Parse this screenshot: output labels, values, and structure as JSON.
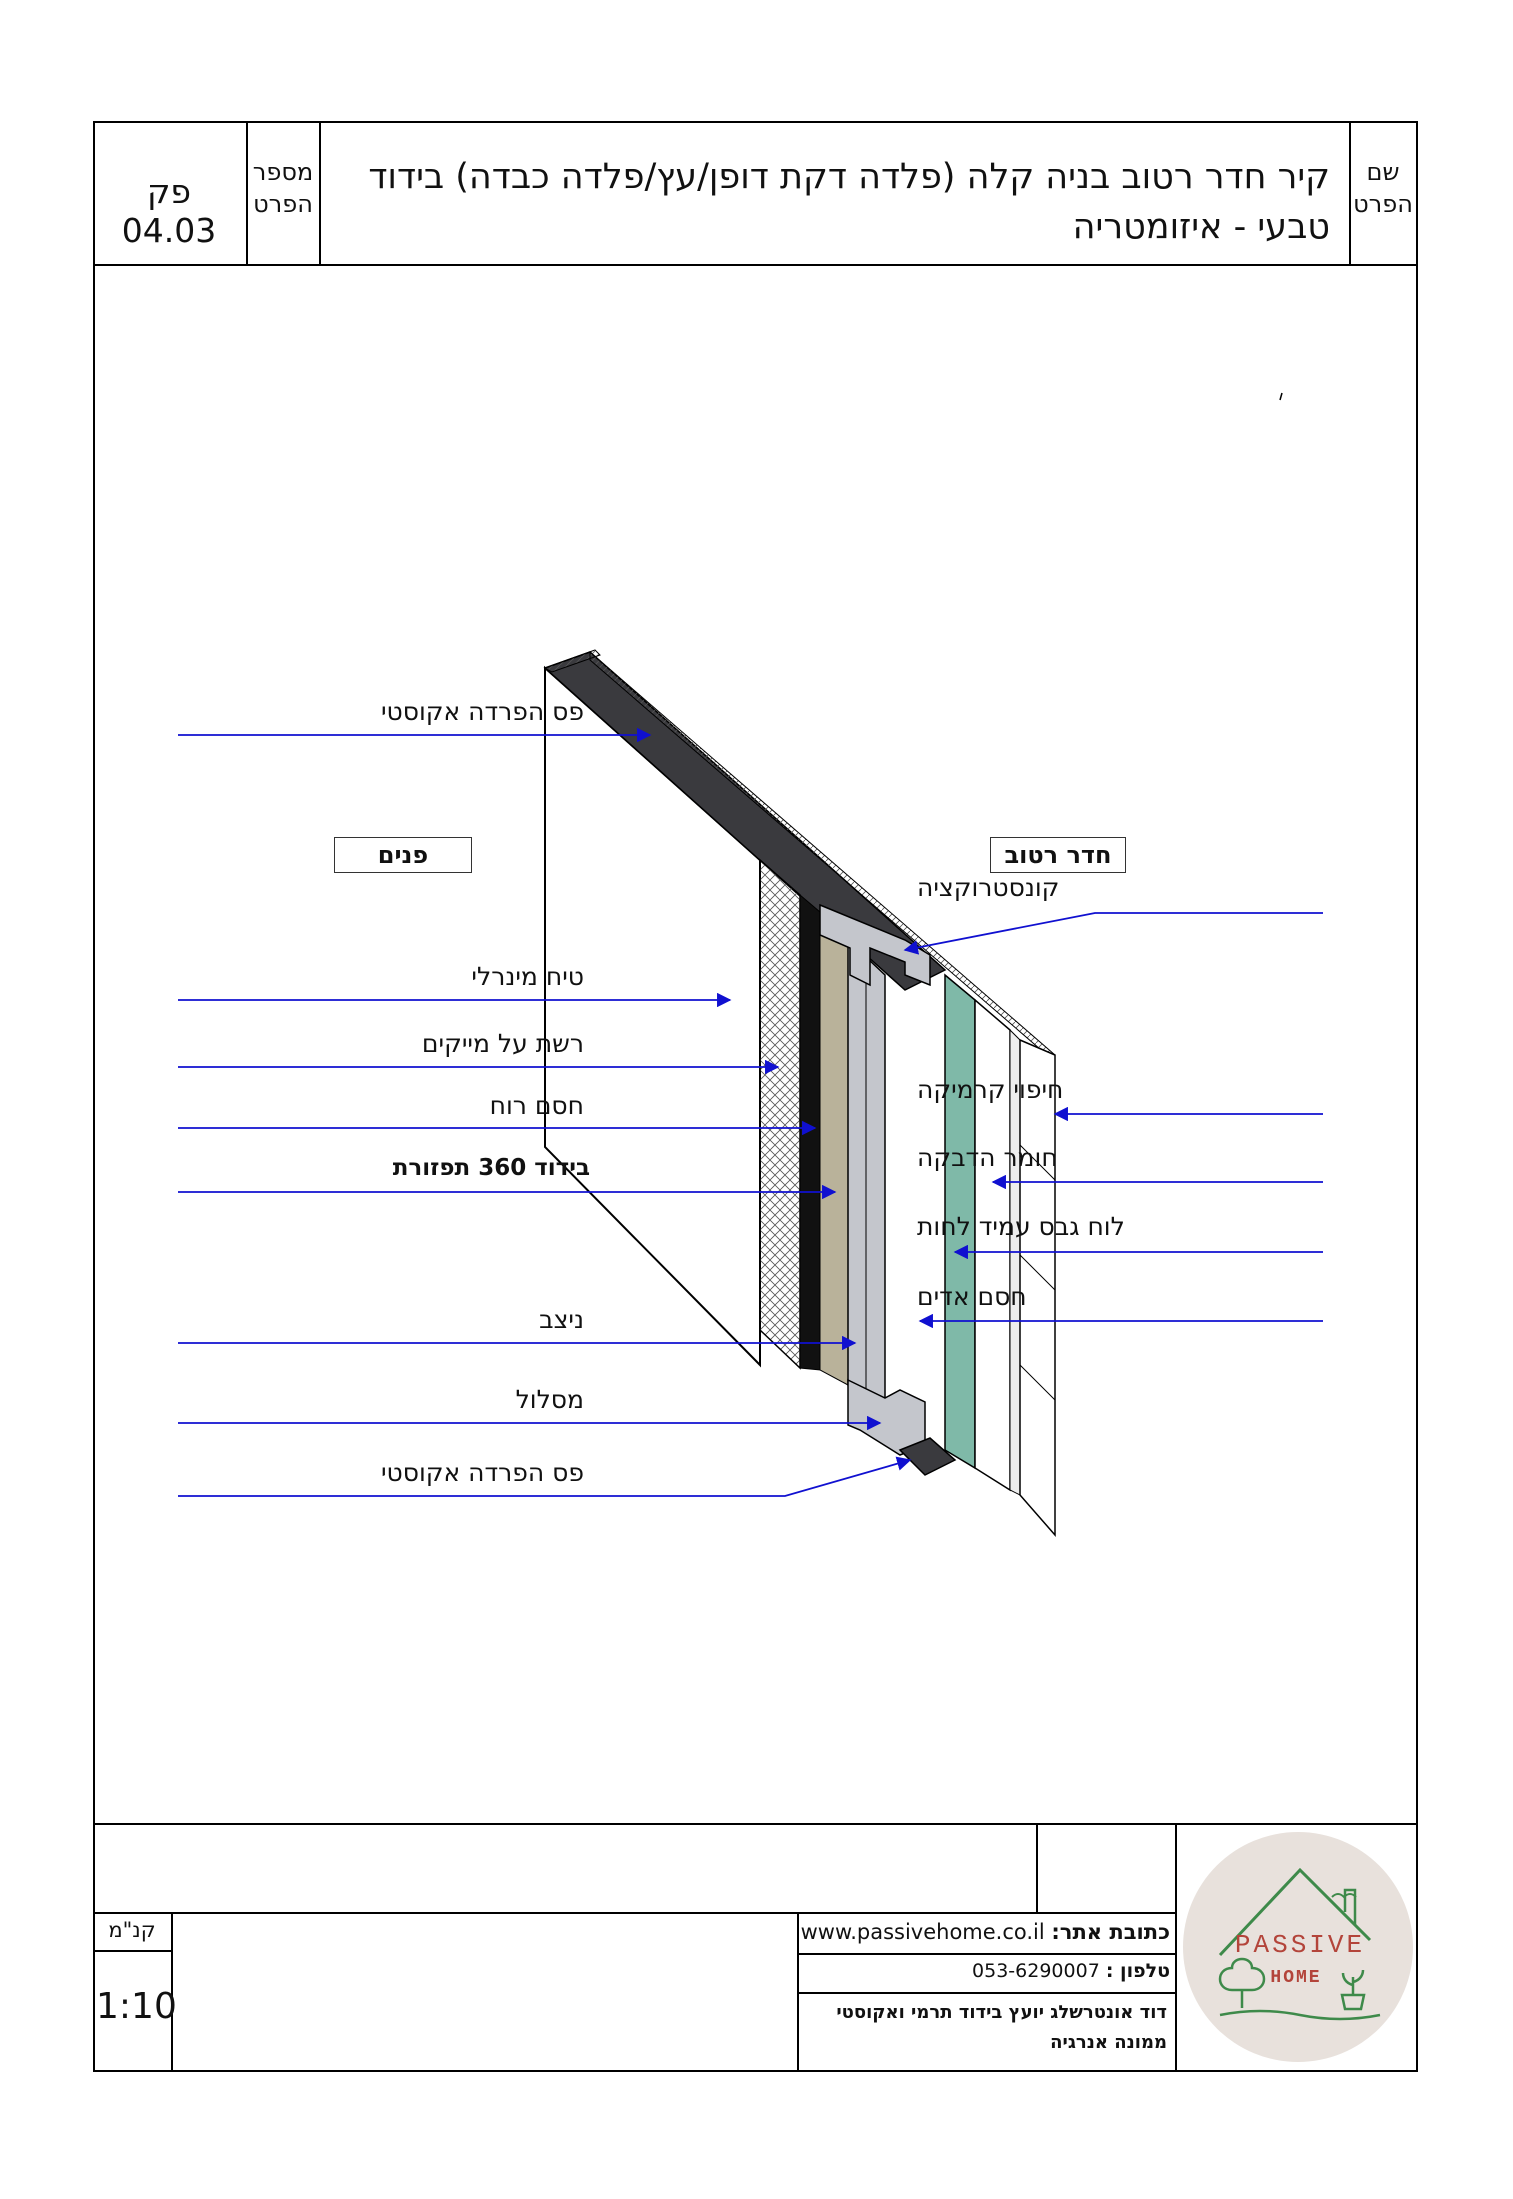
{
  "header": {
    "detail_name_label": "שם הפרט",
    "detail_title": "קיר חדר רטוב בניה קלה (פלדה דקת דופן/עץ/פלדה כבדה) בידוד טבעי - איזומטריה",
    "detail_number_label": "מספר הפרט",
    "detail_number": "פק 04.03"
  },
  "zones": {
    "interior": "פנים",
    "wet_room": "חדר רטוב"
  },
  "left_labels": [
    "פס הפרדה אקוסטי",
    "טיח מינרלי",
    "רשת על מייקים",
    "חסם רוח",
    "בידוד 360 תפזורת",
    "ניצב",
    "מסלול",
    "פס הפרדה אקוסטי"
  ],
  "right_labels": [
    "קונסטרוקציה",
    "חיפוי קרמיקה",
    "חומר הדבקה",
    "לוח גבס עמיד לחות",
    "חסם אדים"
  ],
  "footer": {
    "scale_label": "קנ\"מ",
    "scale_value": "1:10",
    "website_label": "כתובת אתר:",
    "website": "www.passivehome.co.il",
    "phone_label": "טלפון :",
    "phone": "053-6290007",
    "credit": "דוד אונטרשלג יועץ בידוד תרמי ואקוסטי ממונה אנרגיה",
    "logo_text_1": "PASSIVE",
    "logo_text_2": "HOME"
  },
  "colors": {
    "leader": "#1010d0",
    "insulation": "#b9b29a",
    "vapor_barrier": "#7fb9a8",
    "metal": "#c4c6cc",
    "dark_strip": "#3a3a3e",
    "logo_bg": "#e8e1dc",
    "logo_green": "#3e8a4a",
    "logo_red": "#b3443a"
  }
}
